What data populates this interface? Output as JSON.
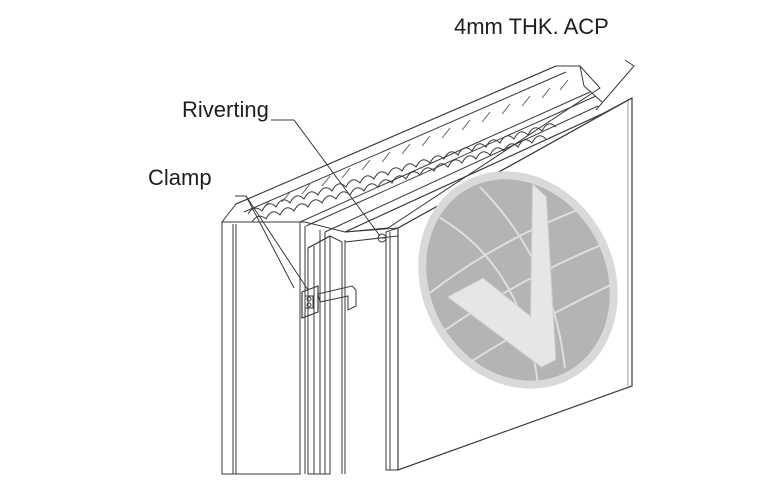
{
  "labels": {
    "acp": "4mm THK. ACP",
    "riverting": "Riverting",
    "clamp": "Clamp"
  },
  "logo": {
    "description_colors": {
      "disk": "#b2b2b2",
      "check": "#e4e4e4",
      "rim": "#d8d8d8"
    }
  }
}
